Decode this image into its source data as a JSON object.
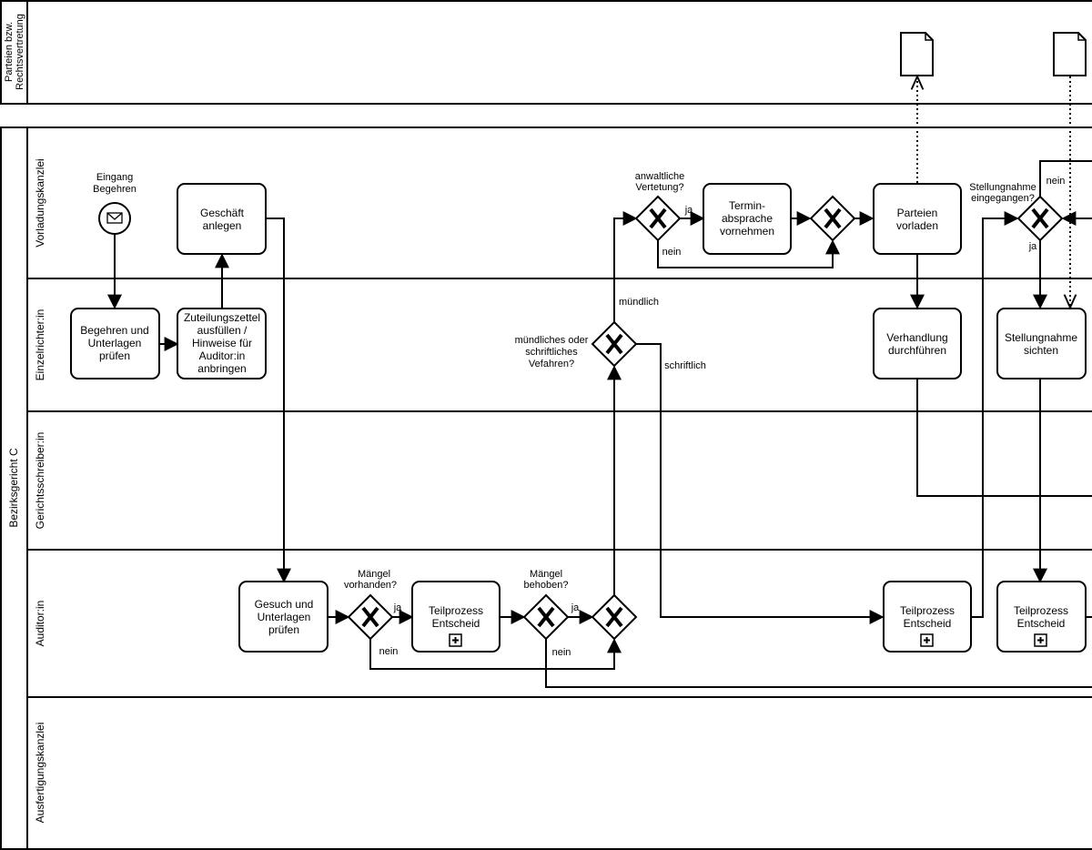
{
  "pools": {
    "parteien": {
      "label_line1": "Parteien bzw.",
      "label_line2": "Rechtsvertretung"
    },
    "gericht": {
      "label": "Bezirksgericht C",
      "lanes": [
        "Vorladungskanzlei",
        "Einzelrichter:in",
        "Gerichtsschreiber:in",
        "Auditor:in",
        "Ausfertigungskanzlei"
      ]
    }
  },
  "start_event": {
    "label_line1": "Eingang",
    "label_line2": "Begehren",
    "icon": "envelope-icon"
  },
  "tasks": {
    "geschaeft_anlegen": [
      "Geschäft",
      "anlegen"
    ],
    "begehren_pruefen": [
      "Begehren und",
      "Unterlagen",
      "prüfen"
    ],
    "zuteilungszettel": [
      "Zuteilungszettel",
      "ausfüllen /",
      "Hinweise für",
      "Auditor:in",
      "anbringen"
    ],
    "gesuch_pruefen": [
      "Gesuch und",
      "Unterlagen",
      "prüfen"
    ],
    "teilprozess_1": [
      "Teilprozess",
      "Entscheid"
    ],
    "termin": [
      "Termin-",
      "absprache",
      "vornehmen"
    ],
    "parteien_vorladen": [
      "Parteien",
      "vorladen"
    ],
    "verhandlung": [
      "Verhandlung",
      "durchführen"
    ],
    "teilprozess_2": [
      "Teilprozess",
      "Entscheid"
    ],
    "stellungnahme_sichten": [
      "Stellungnahme",
      "sichten"
    ],
    "teilprozess_3": [
      "Teilprozess",
      "Entscheid"
    ]
  },
  "gateways": {
    "maengel_vorhanden": [
      "Mängel",
      "vorhanden?"
    ],
    "maengel_behoben": [
      "Mängel",
      "behoben?"
    ],
    "verfahren": [
      "mündliches oder",
      "schriftliches",
      "Vefahren?"
    ],
    "anwaltliche": [
      "anwaltliche",
      "Vertetung?"
    ],
    "stellungnahme": [
      "Stellungnahme",
      "eingegangen?"
    ]
  },
  "edge_labels": {
    "ja1": "ja",
    "nein1": "nein",
    "ja2": "ja",
    "nein2": "nein",
    "muendlich": "mündlich",
    "schriftlich": "schriftlich",
    "ja3": "ja",
    "nein3": "nein",
    "ja4": "ja",
    "nein4": "nein"
  }
}
